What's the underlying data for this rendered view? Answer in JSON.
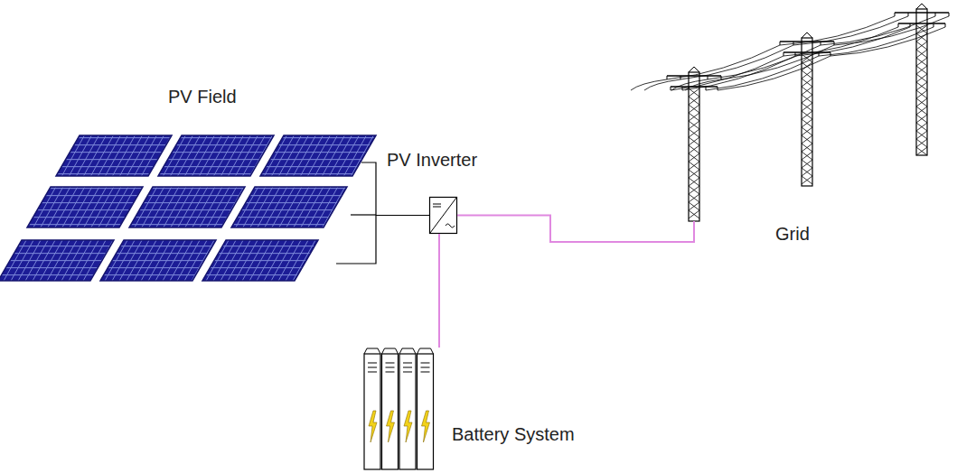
{
  "diagram": {
    "nodes": [
      {
        "text": [
          "PV Field"
        ]
      },
      {
        "text": [
          "PV Inverter"
        ]
      },
      {
        "text": [
          "Grid"
        ]
      },
      {
        "text": [
          "Battery System"
        ]
      }
    ],
    "edges": [
      {
        "from": 0,
        "to": 1,
        "arrow": "none"
      },
      {
        "from": 1,
        "to": 2,
        "arrow": "none"
      },
      {
        "from": 1,
        "to": 3,
        "arrow": "none"
      }
    ]
  }
}
